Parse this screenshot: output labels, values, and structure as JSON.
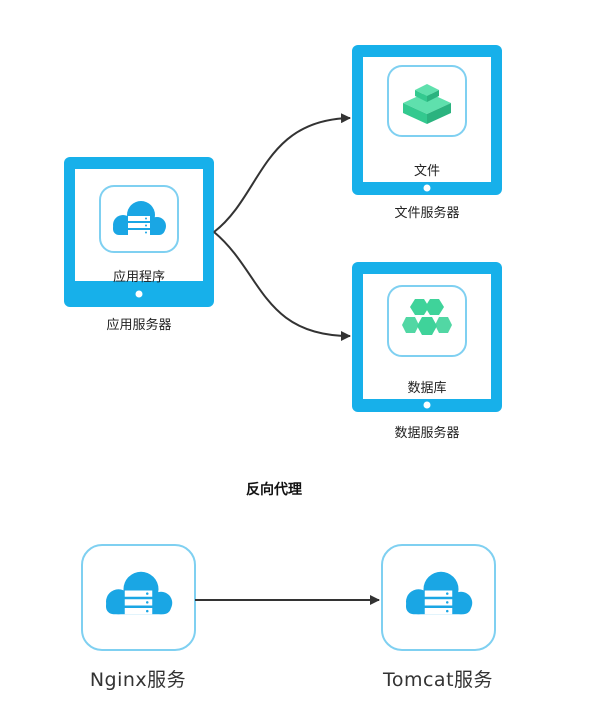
{
  "colors": {
    "monitor": "#17b0ea",
    "cloud": "#1aa6e4",
    "tile_border": "#7fd0f1",
    "green": "#3fd39a",
    "arrow": "#333333"
  },
  "icons": {
    "app": "cloud-server-icon",
    "file": "stacked-box-icon",
    "db": "hexagon-cluster-icon",
    "nginx": "cloud-server-icon",
    "tomcat": "cloud-server-icon"
  },
  "top": {
    "app_server": {
      "inner_label": "应用程序",
      "caption": "应用服务器"
    },
    "file_server": {
      "inner_label": "文件",
      "caption": "文件服务器"
    },
    "db_server": {
      "inner_label": "数据库",
      "caption": "数据服务器"
    }
  },
  "section_title": "反向代理",
  "bottom": {
    "nginx": {
      "label": "Nginx服务"
    },
    "tomcat": {
      "label": "Tomcat服务"
    }
  }
}
